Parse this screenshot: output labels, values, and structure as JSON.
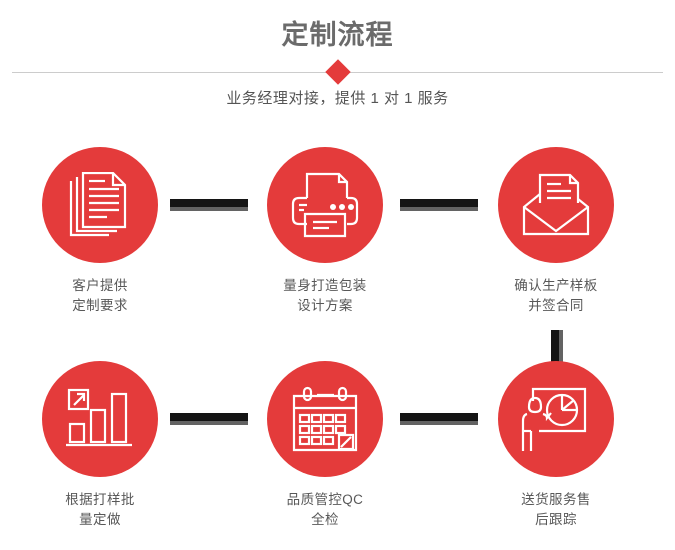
{
  "header": {
    "title": "定制流程",
    "subtitle": "业务经理对接，提供 1 对 1 服务",
    "divider_icon": "diamond-marker"
  },
  "theme": {
    "accent_red": "#E43B3B",
    "title_gray": "#6B6B6B",
    "label_gray": "#585858",
    "connector_black": "#141414",
    "connector_shadow": "#636363",
    "divider_gray": "#CCCCCC",
    "background": "#FFFFFF"
  },
  "flow": {
    "steps": [
      {
        "index": "1",
        "icon": "documents-stack-icon",
        "label": "客户提供\n定制要求"
      },
      {
        "index": "2",
        "icon": "printer-icon",
        "label": "量身打造包装\n设计方案"
      },
      {
        "index": "3",
        "icon": "envelope-document-icon",
        "label": "确认生产样板\n并签合同"
      },
      {
        "index": "4",
        "icon": "bar-chart-growth-icon",
        "label": "根据打样批\n量定做"
      },
      {
        "index": "5",
        "icon": "calendar-check-icon",
        "label": "品质管控QC\n全检"
      },
      {
        "index": "6",
        "icon": "presenter-pie-chart-icon",
        "label": "送货服务售\n后跟踪"
      }
    ],
    "connectors": [
      {
        "name": "connector-1-2",
        "orientation": "horizontal"
      },
      {
        "name": "connector-2-3",
        "orientation": "horizontal"
      },
      {
        "name": "connector-3-4",
        "orientation": "vertical"
      },
      {
        "name": "connector-4-5",
        "orientation": "horizontal"
      },
      {
        "name": "connector-5-6",
        "orientation": "horizontal"
      }
    ]
  }
}
